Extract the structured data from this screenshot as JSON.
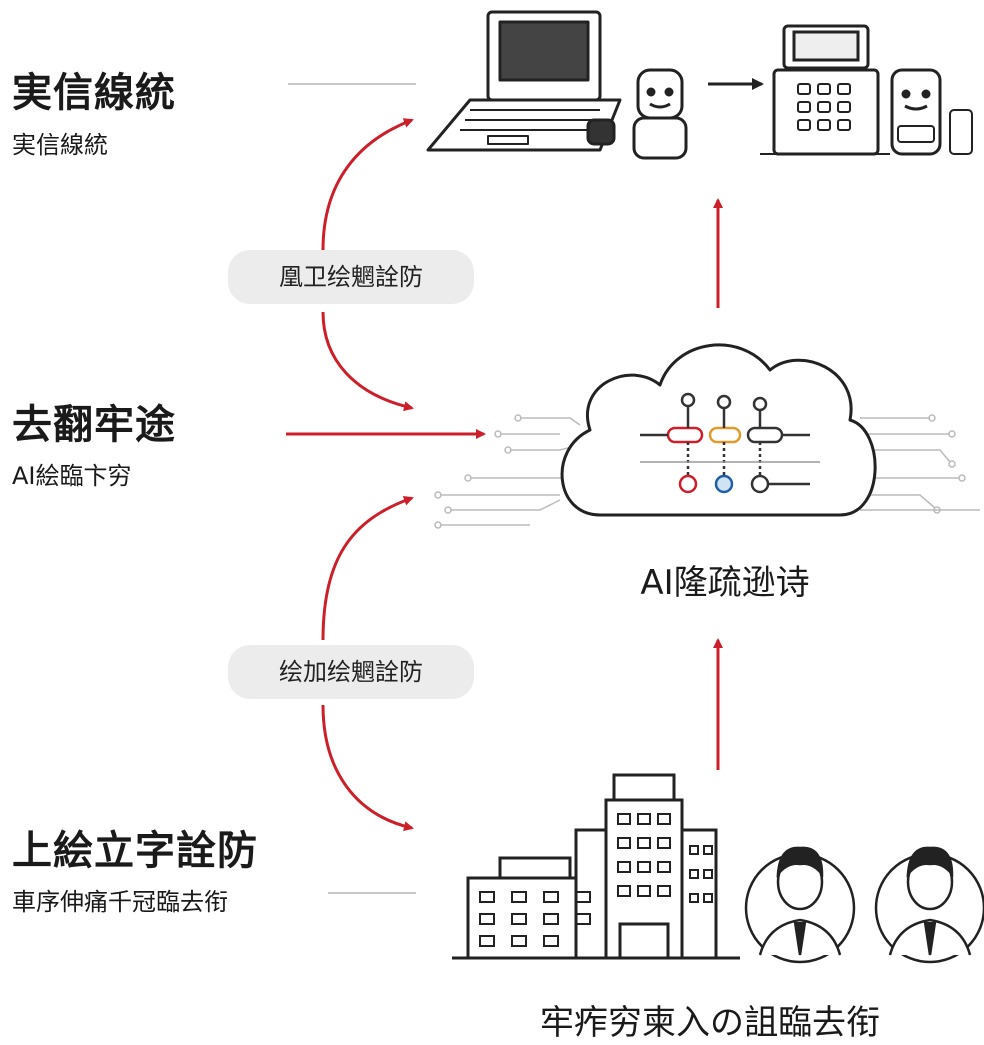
{
  "top": {
    "title": "実信線統",
    "subtitle": "実信線統"
  },
  "middle": {
    "title": "去翻牢途",
    "subtitle": "AI絵臨卞穷"
  },
  "bottom": {
    "title": "上絵立字詮防",
    "subtitle": "車序伸痛千冠臨去衔"
  },
  "pill_upper": "凰卫绘魍詮防",
  "pill_lower": "绘加绘魍詮防",
  "cloud_caption": "AI隆疏逊诗",
  "bottom_caption": "牢痄穷柬入の詛臨去衔",
  "colors": {
    "arrow": "#cc1f2a",
    "line": "#222222",
    "rule": "#c8c8c8"
  }
}
